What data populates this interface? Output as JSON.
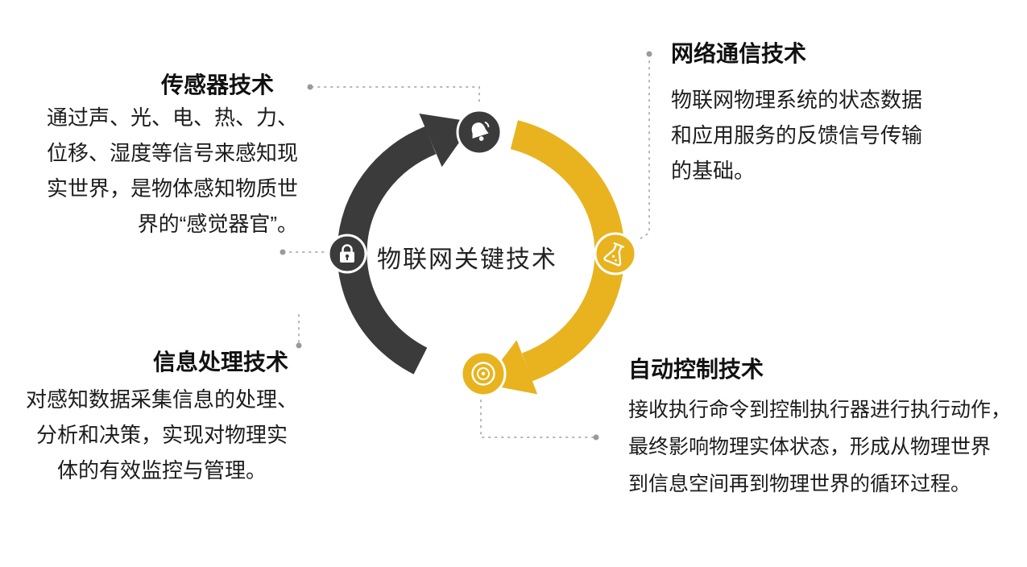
{
  "title": "物联网关键技术",
  "colors": {
    "dark": "#3b3b3b",
    "gold": "#E8B31E",
    "connector": "#b5b5b5",
    "connector_dot": "#9a9a9a",
    "text": "#1c1c1c"
  },
  "nodes": {
    "sensor": {
      "heading": "传感器技术",
      "body": "通过声、光、电、热、力、\n位移、湿度等信号来感知现\n实世界，是物体感知物质世\n界的“感觉器官”。"
    },
    "network": {
      "heading": "网络通信技术",
      "body": "物联网物理系统的状态数据\n和应用服务的反馈信号传输\n的基础。"
    },
    "info": {
      "heading": "信息处理技术",
      "body": "对感知数据采集信息的处理、\n分析和决策，实现对物理实\n体的有效监控与管理。"
    },
    "auto": {
      "heading": "自动控制技术",
      "body": "接收执行命令到控制执行器进行执行动作，\n最终影响物理实体状态，形成从物理世界\n到信息空间再到物理世界的循环过程。"
    }
  },
  "icons": {
    "center": "lock-icon",
    "top": "bell-icon",
    "right": "flask-icon",
    "bottom": "target-icon"
  }
}
